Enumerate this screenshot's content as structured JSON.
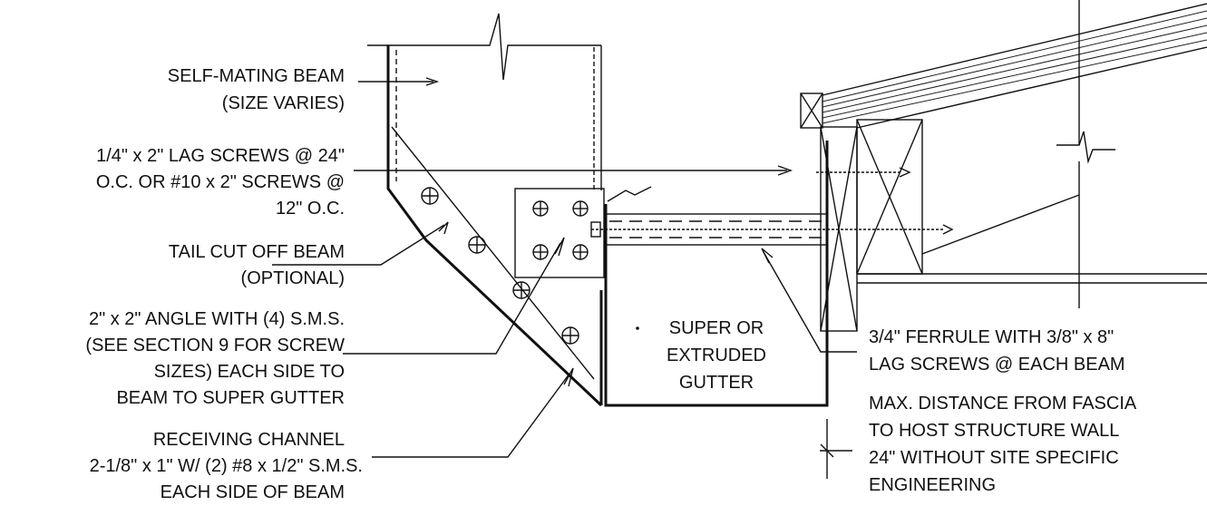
{
  "labels": {
    "self_mating_1": "SELF-MATING BEAM",
    "self_mating_2": "(SIZE VARIES)",
    "lag_1": "1/4\" x 2\" LAG SCREWS @ 24\"",
    "lag_2": "O.C. OR #10 x 2\" SCREWS @",
    "lag_3": "12\" O.C.",
    "tail_1": "TAIL CUT OFF BEAM",
    "tail_2": "(OPTIONAL)",
    "angle_1": "2\" x 2\" ANGLE WITH (4) S.M.S.",
    "angle_2": "(SEE SECTION 9 FOR SCREW",
    "angle_3": "SIZES) EACH SIDE TO",
    "angle_4": "BEAM TO SUPER GUTTER",
    "recv_1": "RECEIVING CHANNEL",
    "recv_2": "2-1/8\" x 1\" W/ (2) #8 x 1/2\" S.M.S.",
    "recv_3": "EACH SIDE OF BEAM",
    "gutter_1": "SUPER OR",
    "gutter_2": "EXTRUDED",
    "gutter_3": "GUTTER",
    "ferrule_1": "3/4\" FERRULE WITH 3/8\" x 8\"",
    "ferrule_2": "LAG SCREWS @ EACH BEAM",
    "max_1": "MAX. DISTANCE FROM FASCIA",
    "max_2": "TO HOST STRUCTURE WALL",
    "max_3": "24\" WITHOUT SITE SPECIFIC",
    "max_4": "ENGINEERING"
  },
  "colors": {
    "ink": "#111111",
    "background": "#ffffff"
  }
}
